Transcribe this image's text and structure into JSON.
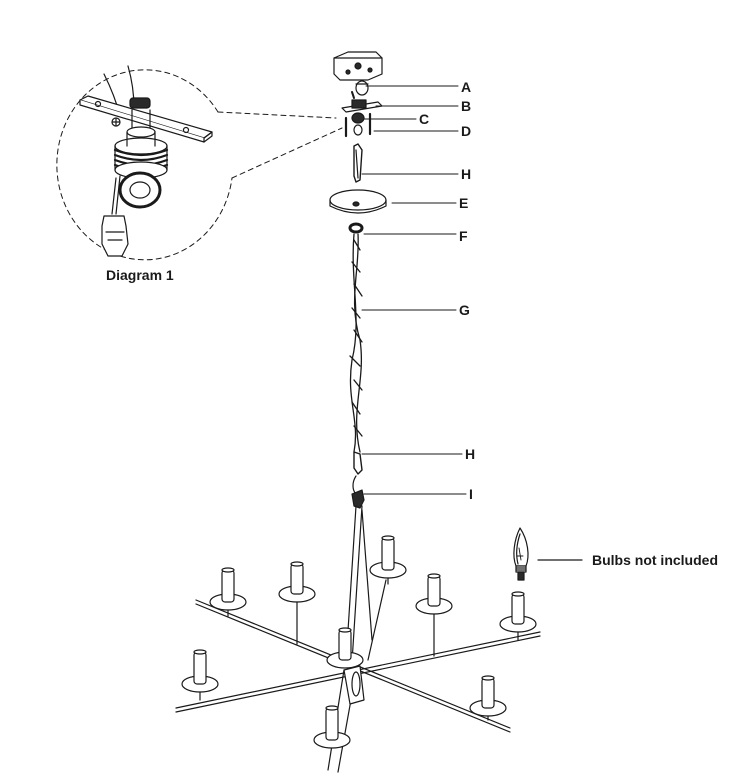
{
  "parts": [
    {
      "key": "A",
      "text": "A"
    },
    {
      "key": "B",
      "text": "B"
    },
    {
      "key": "C",
      "text": "C"
    },
    {
      "key": "D",
      "text": "D"
    },
    {
      "key": "H1",
      "text": "H"
    },
    {
      "key": "E",
      "text": "E"
    },
    {
      "key": "F",
      "text": "F"
    },
    {
      "key": "G",
      "text": "G"
    },
    {
      "key": "H2",
      "text": "H"
    },
    {
      "key": "I",
      "text": "I"
    }
  ],
  "diagram_caption": "Diagram 1",
  "bulb_note": "Bulbs not included",
  "colors": {
    "line": "#1a1a1a",
    "fill": "#ffffff",
    "dark": "#2a2a2a"
  }
}
